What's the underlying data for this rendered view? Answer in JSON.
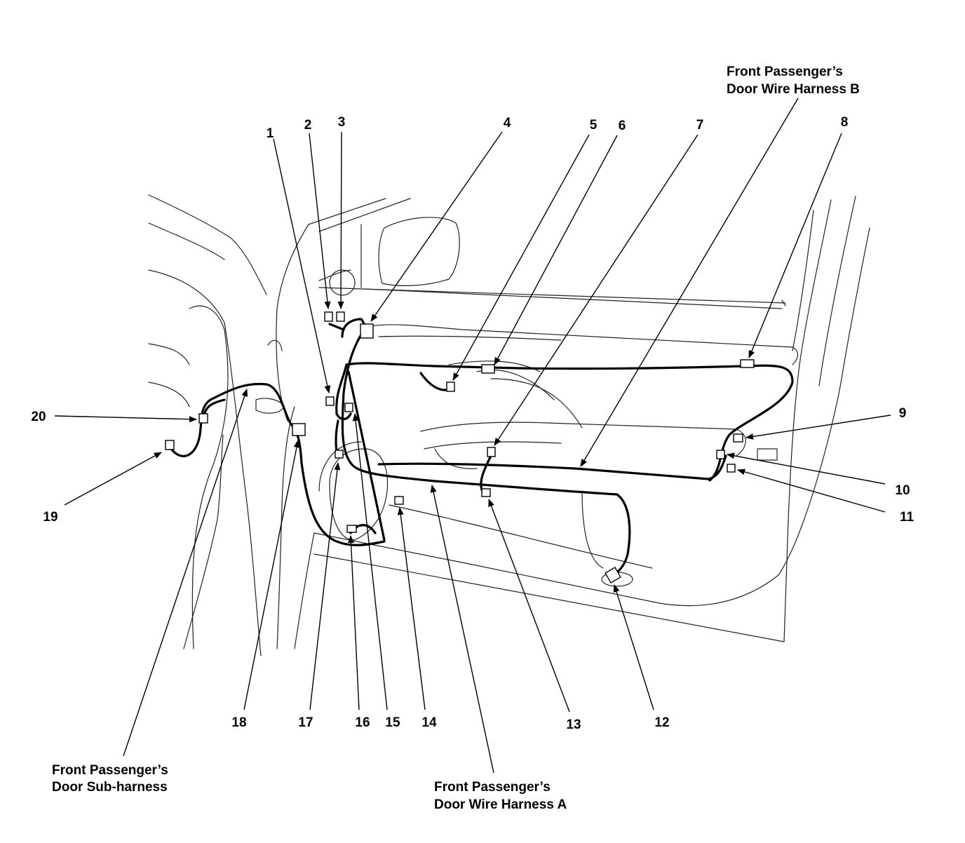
{
  "harness_labels": {
    "harness_b": [
      "Front Passenger’s",
      "Door Wire Harness B"
    ],
    "harness_a": [
      "Front Passenger’s",
      "Door Wire Harness A"
    ],
    "sub_harness": [
      "Front Passenger’s",
      "Door Sub-harness"
    ]
  },
  "callouts": [
    "1",
    "2",
    "3",
    "4",
    "5",
    "6",
    "7",
    "8",
    "9",
    "10",
    "11",
    "12",
    "13",
    "14",
    "15",
    "16",
    "17",
    "18",
    "19",
    "20"
  ]
}
